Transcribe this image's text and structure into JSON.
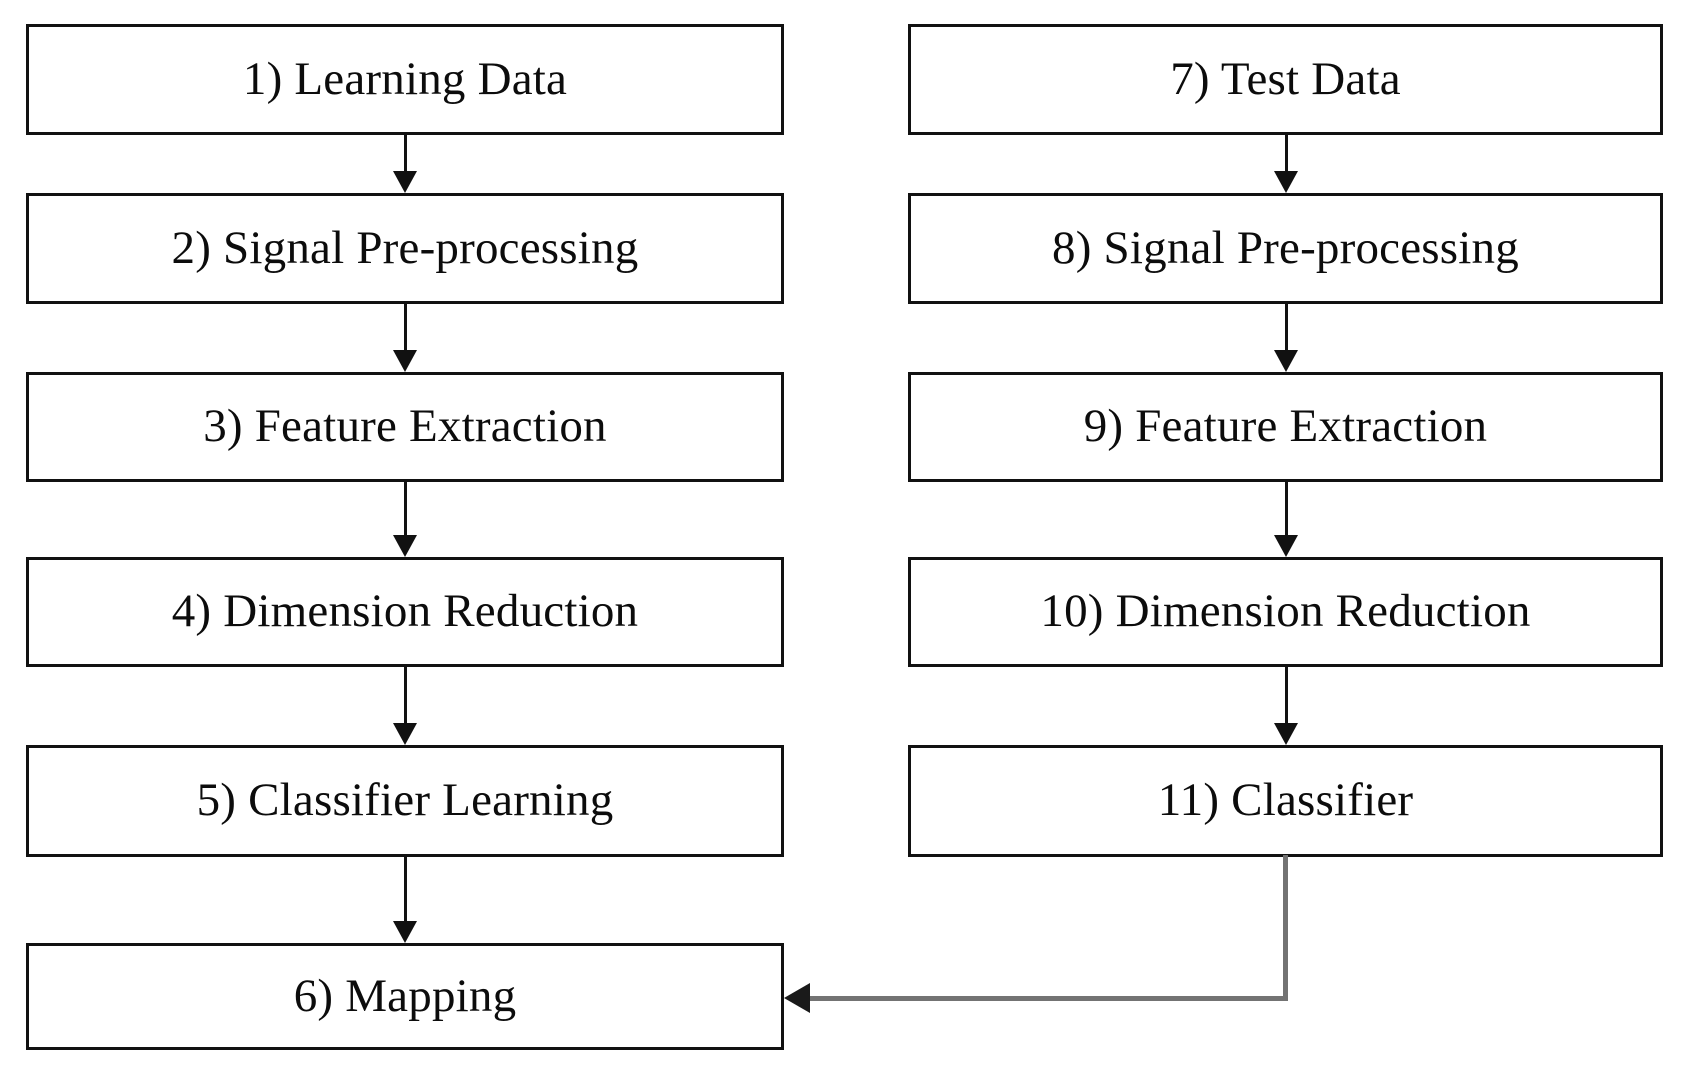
{
  "diagram": {
    "title": "Learning and test pipeline flowchart",
    "background_color": "#ffffff",
    "box_border_color": "#111111",
    "connector_color": "#111111",
    "feedback_connector_color": "#737373",
    "columns": [
      {
        "name": "learning-pipeline",
        "nodes": [
          {
            "id": "node-1",
            "label": "1) Learning Data"
          },
          {
            "id": "node-2",
            "label": "2) Signal Pre-processing"
          },
          {
            "id": "node-3",
            "label": "3) Feature Extraction"
          },
          {
            "id": "node-4",
            "label": "4) Dimension Reduction"
          },
          {
            "id": "node-5",
            "label": "5) Classifier Learning"
          },
          {
            "id": "node-6",
            "label": "6) Mapping"
          }
        ]
      },
      {
        "name": "test-pipeline",
        "nodes": [
          {
            "id": "node-7",
            "label": "7) Test Data"
          },
          {
            "id": "node-8",
            "label": "8) Signal Pre-processing"
          },
          {
            "id": "node-9",
            "label": "9) Feature Extraction"
          },
          {
            "id": "node-10",
            "label": "10) Dimension Reduction"
          },
          {
            "id": "node-11",
            "label": "11) Classifier"
          }
        ]
      }
    ],
    "connectors": [
      {
        "id": "arrow-1-2",
        "from": "node-1",
        "to": "node-2",
        "kind": "vertical-down"
      },
      {
        "id": "arrow-2-3",
        "from": "node-2",
        "to": "node-3",
        "kind": "vertical-down"
      },
      {
        "id": "arrow-3-4",
        "from": "node-3",
        "to": "node-4",
        "kind": "vertical-down"
      },
      {
        "id": "arrow-4-5",
        "from": "node-4",
        "to": "node-5",
        "kind": "vertical-down"
      },
      {
        "id": "arrow-5-6",
        "from": "node-5",
        "to": "node-6",
        "kind": "vertical-down"
      },
      {
        "id": "arrow-7-8",
        "from": "node-7",
        "to": "node-8",
        "kind": "vertical-down"
      },
      {
        "id": "arrow-8-9",
        "from": "node-8",
        "to": "node-9",
        "kind": "vertical-down"
      },
      {
        "id": "arrow-9-10",
        "from": "node-9",
        "to": "node-10",
        "kind": "vertical-down"
      },
      {
        "id": "arrow-10-11",
        "from": "node-10",
        "to": "node-11",
        "kind": "vertical-down"
      },
      {
        "id": "arrow-11-6",
        "from": "node-11",
        "to": "node-6",
        "kind": "elbow-down-left"
      }
    ]
  }
}
